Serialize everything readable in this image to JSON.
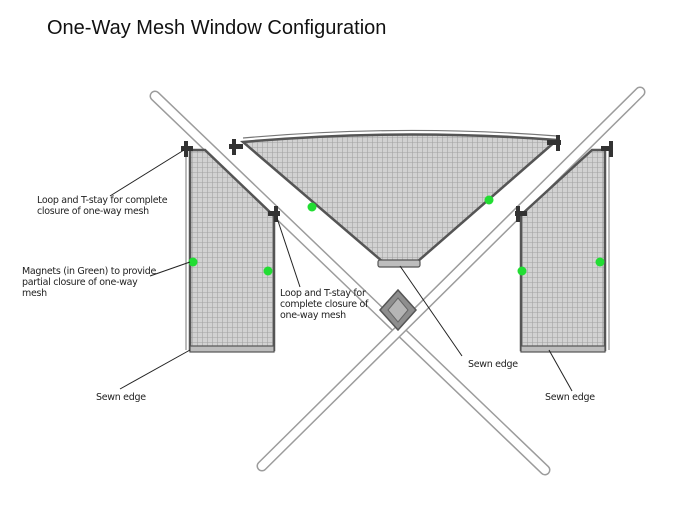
{
  "title": "One-Way Mesh Window Configuration",
  "colors": {
    "background": "#ffffff",
    "frame": "#555555",
    "mesh_fill": "#cfcfcf",
    "mesh_line": "#9a9a9a",
    "strap": "#9c9c9c",
    "magnet": "#22dd33",
    "leader_line": "#222222"
  },
  "labels": {
    "loop_tstay_left": "Loop and T-stay for complete\nclosure of one-way mesh",
    "magnets": "Magnets (in Green) to provide\npartial closure of one-way\nmesh",
    "loop_tstay_center": "Loop and T-stay for\ncomplete closure of\none-way mesh",
    "sewn_edge_center": "Sewn edge",
    "sewn_edge_left": "Sewn edge",
    "sewn_edge_right": "Sewn edge"
  }
}
